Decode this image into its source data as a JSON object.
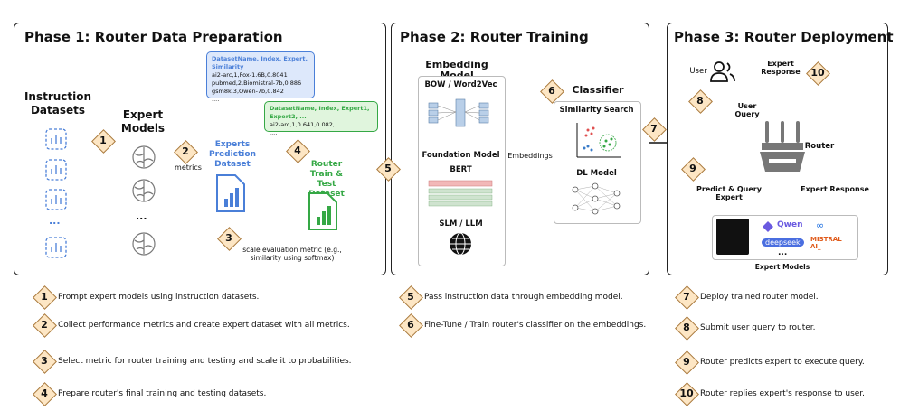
{
  "phase1": {
    "title": "Phase 1: Router Data Preparation",
    "instruction_datasets": "Instruction Datasets",
    "expert_models": "Expert Models",
    "metrics": "metrics",
    "experts_prediction_dataset": "Experts Prediction Dataset",
    "router_dataset": "Router Train & Test Dataset",
    "scale_note": "scale evaluation metric (e.g., similarity using softmax)",
    "dots": "...",
    "pred_card": {
      "header": "DatasetName, Index, Expert, Similarity",
      "rows": [
        "ai2-arc,1,Fox-1.6B,0.8041",
        "pubmed,2,Biomistral-7b,0.886",
        "gsm8k,3,Qwen-7b,0.842",
        "...."
      ]
    },
    "router_card": {
      "header": "DatasetName, Index, Expert1, Expert2, ...",
      "rows": [
        "ai2-arc,1,0.641,0.082, ...",
        "...."
      ]
    }
  },
  "phase2": {
    "title": "Phase 2: Router Training",
    "embedding_model": "Embedding Model",
    "bow": "BOW / Word2Vec",
    "foundation": "Foundation Model",
    "bert": "BERT",
    "slm": "SLM / LLM",
    "classifier": "Classifier",
    "similarity": "Similarity Search",
    "dl_model": "DL Model",
    "embeddings": "Embeddings"
  },
  "phase3": {
    "title": "Phase 3: Router Deployment",
    "user": "User",
    "router": "Router",
    "expert_response_top": "Expert Response",
    "user_query": "User Query",
    "predict": "Predict & Query Expert",
    "expert_response": "Expert Response",
    "expert_models": "Expert Models",
    "logos": {
      "qwen": "Qwen",
      "deepseek": "deepseek",
      "mistral": "MISTRAL AI_",
      "dots": "..."
    }
  },
  "steps": {
    "s1": "Prompt expert models using instruction datasets.",
    "s2": "Collect performance metrics and create expert dataset with all metrics.",
    "s3": "Select metric for router training and testing and scale it to probabilities.",
    "s4": "Prepare router's final training and testing datasets.",
    "s5": "Pass instruction data through embedding model.",
    "s6": "Fine-Tune / Train router's classifier on the embeddings.",
    "s7": "Deploy trained router model.",
    "s8": "Submit user query to router.",
    "s9": "Router predicts expert to execute query.",
    "s10": "Router replies expert's response to user."
  },
  "numbers": [
    "1",
    "2",
    "3",
    "4",
    "5",
    "6",
    "7",
    "8",
    "9",
    "10"
  ],
  "colors": {
    "blue": "#4a7fd8",
    "green": "#35a845",
    "diamond_fill": "#fde6c4",
    "diamond_border": "#a8783c"
  }
}
